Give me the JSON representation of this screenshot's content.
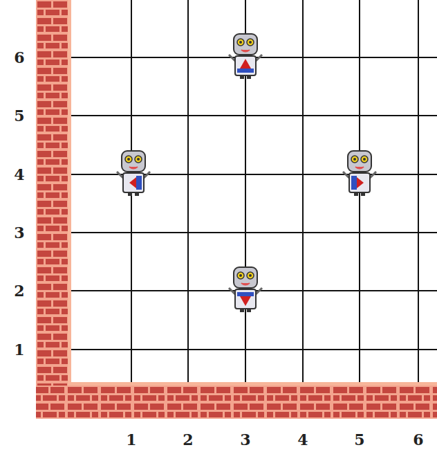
{
  "diagram": {
    "labels": [
      "6",
      "5",
      "4",
      "3",
      "2",
      "1",
      "1",
      "2",
      "3",
      "4",
      "5",
      "6"
    ]
  }
}
